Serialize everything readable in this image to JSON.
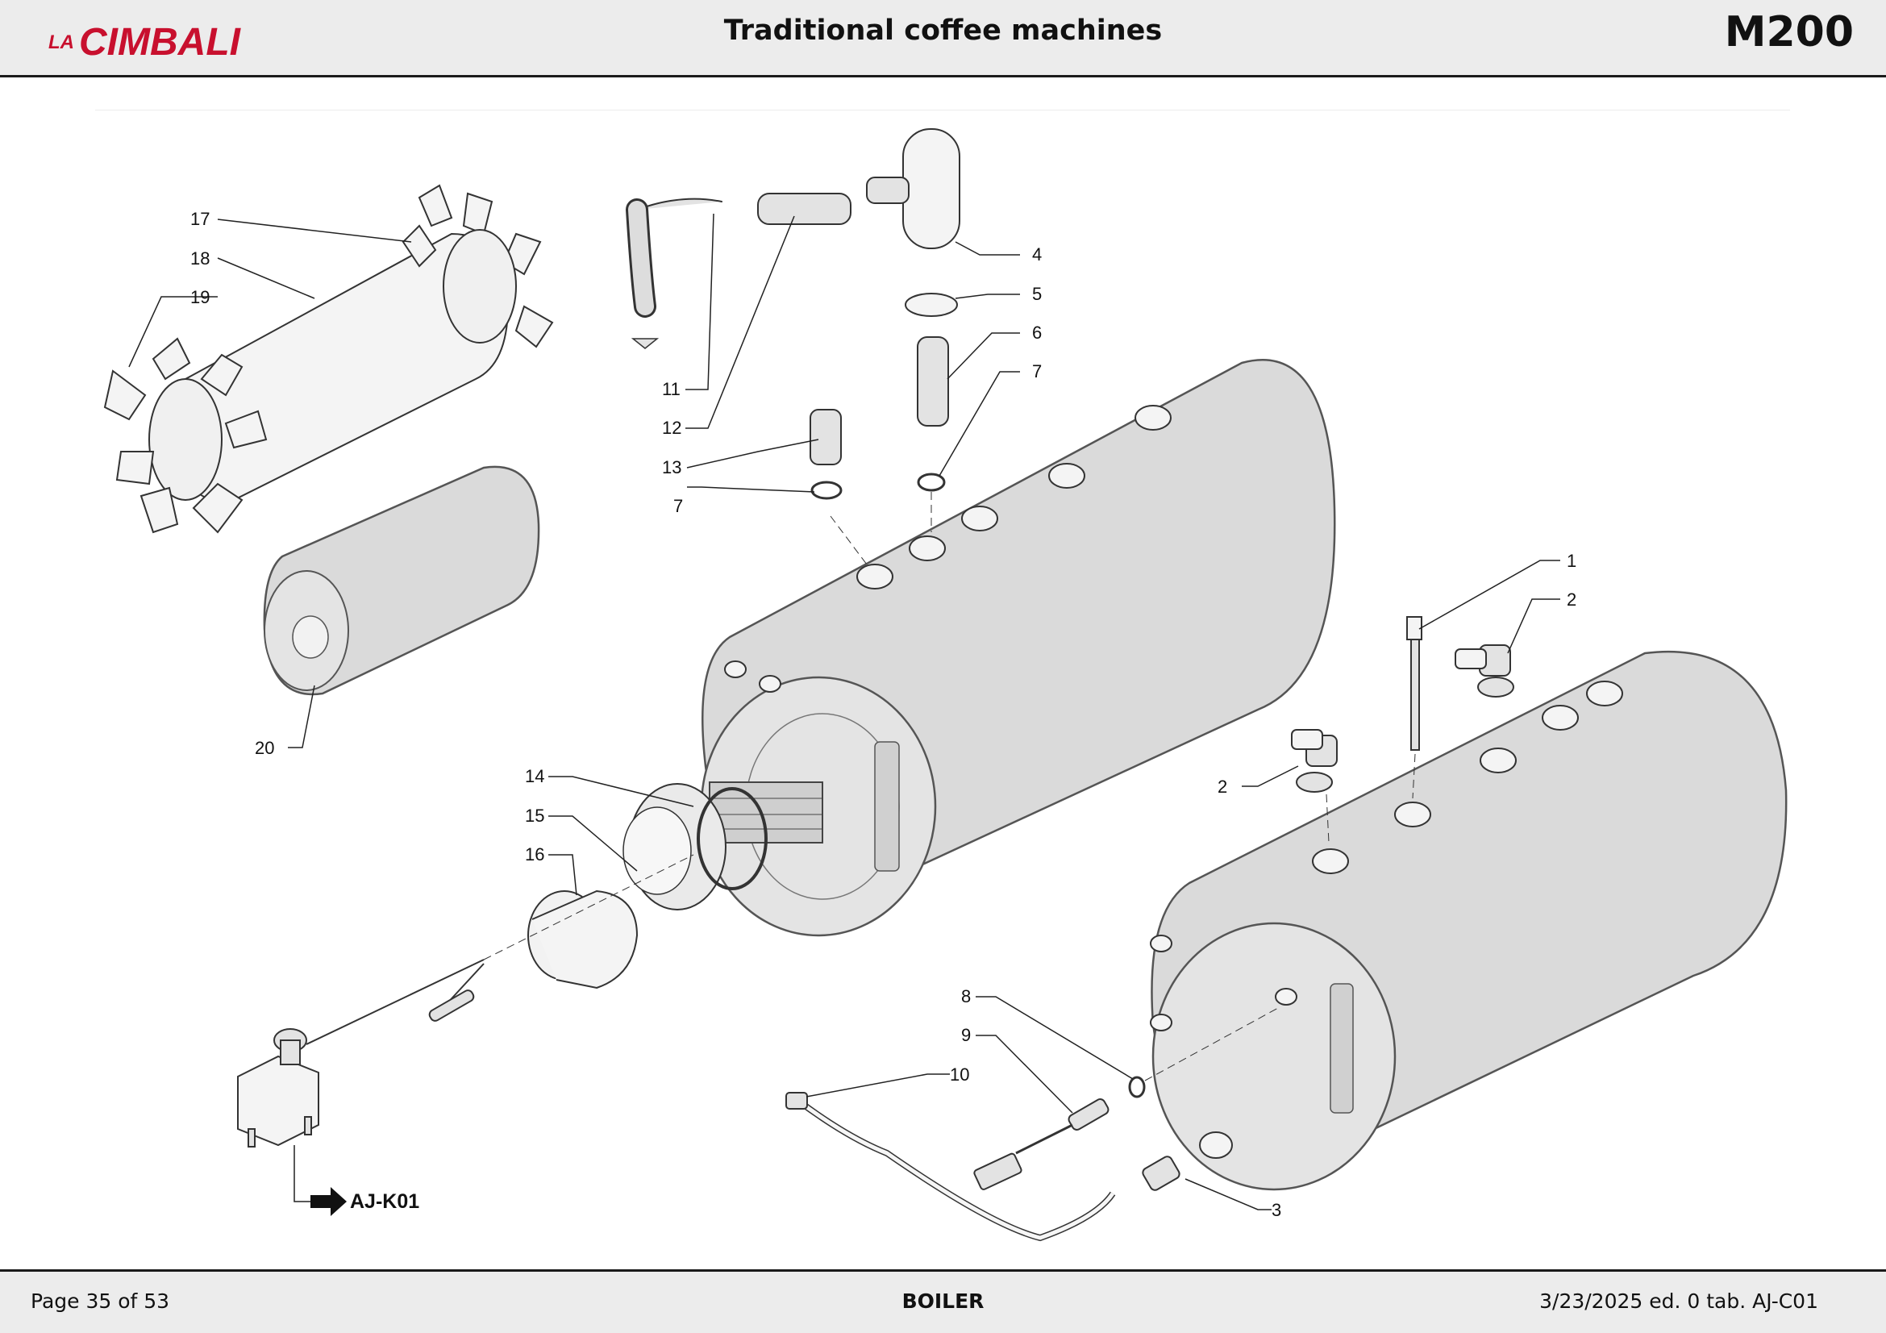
{
  "header": {
    "brand_small": "LA",
    "brand_main": "CIMBALI",
    "brand_color": "#c8102e",
    "title": "Traditional coffee machines",
    "model": "M200"
  },
  "drawing": {
    "callouts": [
      "1",
      "2",
      "2",
      "3",
      "4",
      "5",
      "6",
      "7",
      "7",
      "8",
      "9",
      "10",
      "11",
      "12",
      "13",
      "14",
      "15",
      "16",
      "17",
      "18",
      "19",
      "20"
    ],
    "reference_link": "AJ-K01"
  },
  "footer": {
    "page": "Page 35 of 53",
    "section": "BOILER",
    "edition": "3/23/2025 ed. 0 tab. AJ-C01"
  }
}
